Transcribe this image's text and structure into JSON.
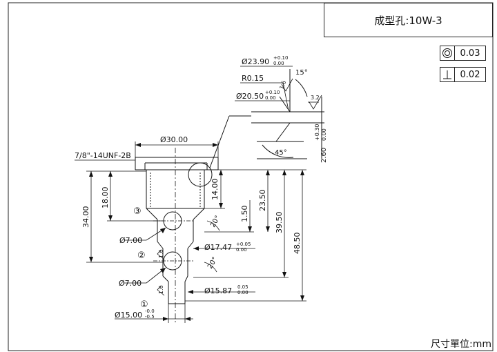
{
  "title": "成型孔:10W-3",
  "tolerances": [
    {
      "symbol": "concentricity-icon",
      "value": "0.03"
    },
    {
      "symbol": "perpendicularity-icon",
      "value": "0.02"
    }
  ],
  "units": "尺寸單位:mm",
  "labels": {
    "thread": "7/8\"-14UNF-2B",
    "d30": "Ø30.00",
    "d2390": "Ø23.90",
    "d2390_tol_up": "+0.10",
    "d2390_tol_lo": "0.00",
    "r015": "R0.15",
    "d2050": "Ø20.50",
    "d2050_tol_up": "+0.10",
    "d2050_tol_lo": "0.00",
    "ang15": "15°",
    "rough16a": "1.6",
    "rough32": "3.2",
    "ang45": "45°",
    "v260": "2.60",
    "v260_tol_up": "+0.30",
    "v260_tol_lo": "0.00",
    "v1400": "14.00",
    "v1800": "18.00",
    "v3400": "34.00",
    "v150": "1.50",
    "v2350": "23.50",
    "v3950": "39.50",
    "v4850": "48.50",
    "port3": "③",
    "port2": "②",
    "port1": "①",
    "d700a": "Ø7.00",
    "d700b": "Ø7.00",
    "ang20a": "20°",
    "ang20b": "20°",
    "d1747": "Ø17.47",
    "d1747_tol_up": "+0.05",
    "d1747_tol_lo": "0.00",
    "d1587": "Ø15.87",
    "d1587_tol_up": "0.05",
    "d1587_tol_lo": "0.00",
    "d1500": "Ø15.00",
    "d1500_tol_up": "-0.0",
    "d1500_tol_lo": "-0.5",
    "rough16b": "1.6",
    "rough16c": "1.6"
  }
}
